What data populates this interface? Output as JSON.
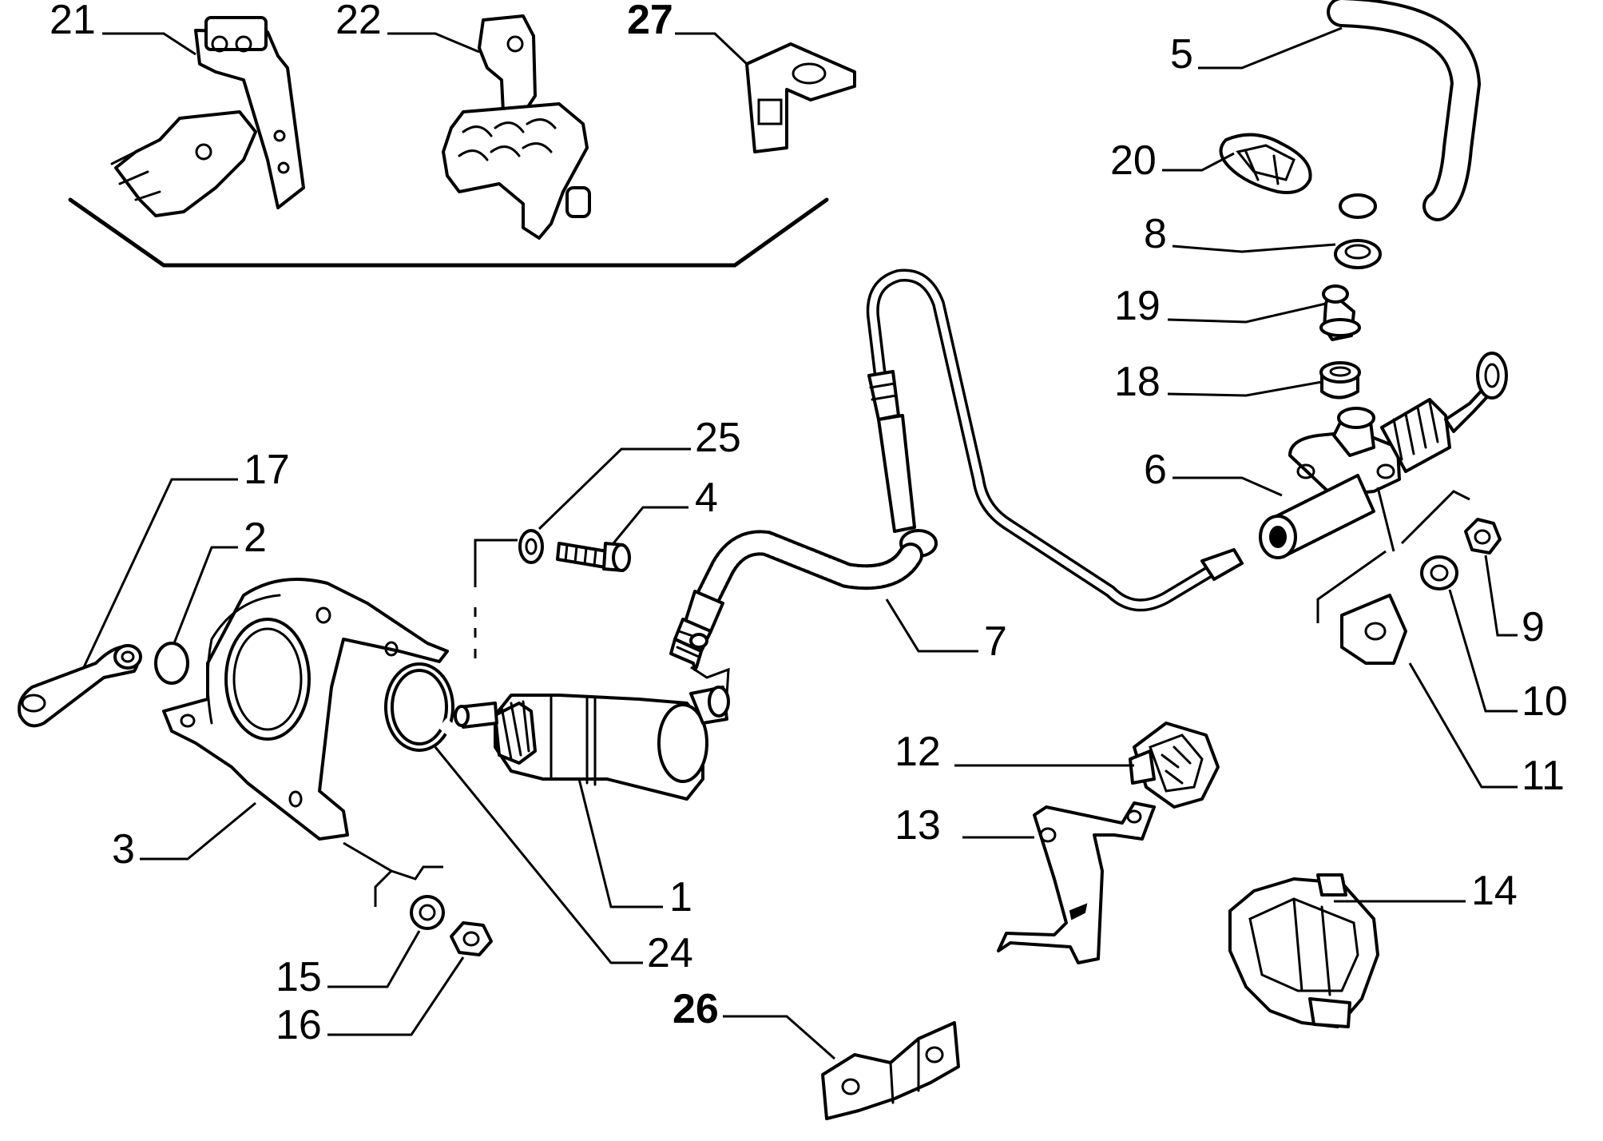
{
  "callouts": {
    "c1": "1",
    "c2": "2",
    "c3": "3",
    "c4": "4",
    "c5": "5",
    "c6": "6",
    "c7": "7",
    "c8": "8",
    "c9": "9",
    "c10": "10",
    "c11": "11",
    "c12": "12",
    "c13": "13",
    "c14": "14",
    "c15": "15",
    "c16": "16",
    "c17": "17",
    "c18": "18",
    "c19": "19",
    "c20": "20",
    "c21": "21",
    "c22": "22",
    "c24": "24",
    "c25": "25",
    "c26": "26",
    "c27": "27"
  }
}
